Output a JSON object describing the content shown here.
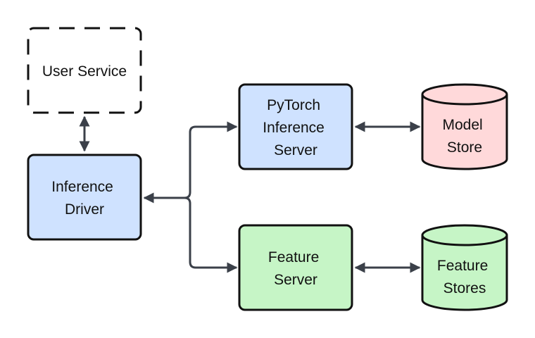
{
  "nodes": {
    "user_service": {
      "lines": [
        "User Service"
      ]
    },
    "inference_driver": {
      "lines": [
        "Inference",
        "Driver"
      ],
      "fill": "#cfe2ff"
    },
    "pytorch_server": {
      "lines": [
        "PyTorch",
        "Inference",
        "Server"
      ],
      "fill": "#cfe2ff"
    },
    "feature_server": {
      "lines": [
        "Feature",
        "Server"
      ],
      "fill": "#c6f5c6"
    },
    "model_store": {
      "lines": [
        "Model",
        "Store"
      ],
      "fill": "#ffd9da"
    },
    "feature_stores": {
      "lines": [
        "Feature",
        "Stores"
      ],
      "fill": "#c6f5c6"
    }
  },
  "colors": {
    "stroke": "#111111",
    "connector": "#3b4049"
  }
}
